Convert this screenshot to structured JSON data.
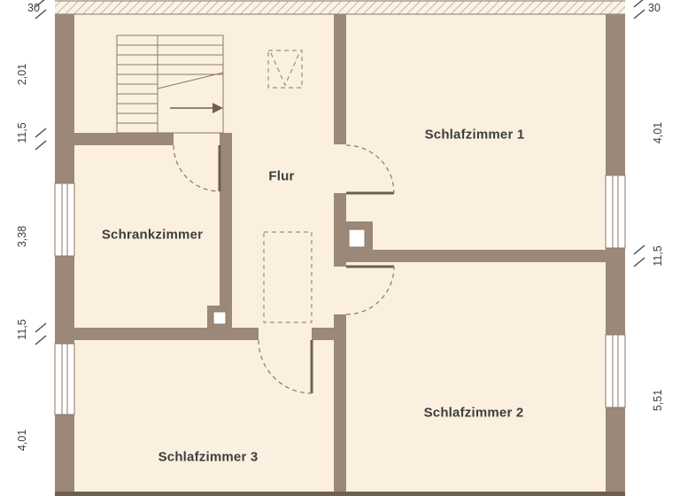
{
  "palette": {
    "wall": "#9b8878",
    "floor": "#fbf0df",
    "line": "#8a7868",
    "leaf": "#6f5f50",
    "text": "#3d3d3d"
  },
  "rooms": {
    "flur": "Flur",
    "schlafzimmer1": "Schlafzimmer 1",
    "schlafzimmer2": "Schlafzimmer 2",
    "schlafzimmer3": "Schlafzimmer 3",
    "schrankzimmer": "Schrankzimmer"
  },
  "dimensions": {
    "top_left": "30",
    "top_right": "30",
    "left": [
      "2,01",
      "11,5",
      "3,38",
      "11,5",
      "4,01"
    ],
    "right": [
      "4,01",
      "11,5",
      "5,51"
    ]
  }
}
